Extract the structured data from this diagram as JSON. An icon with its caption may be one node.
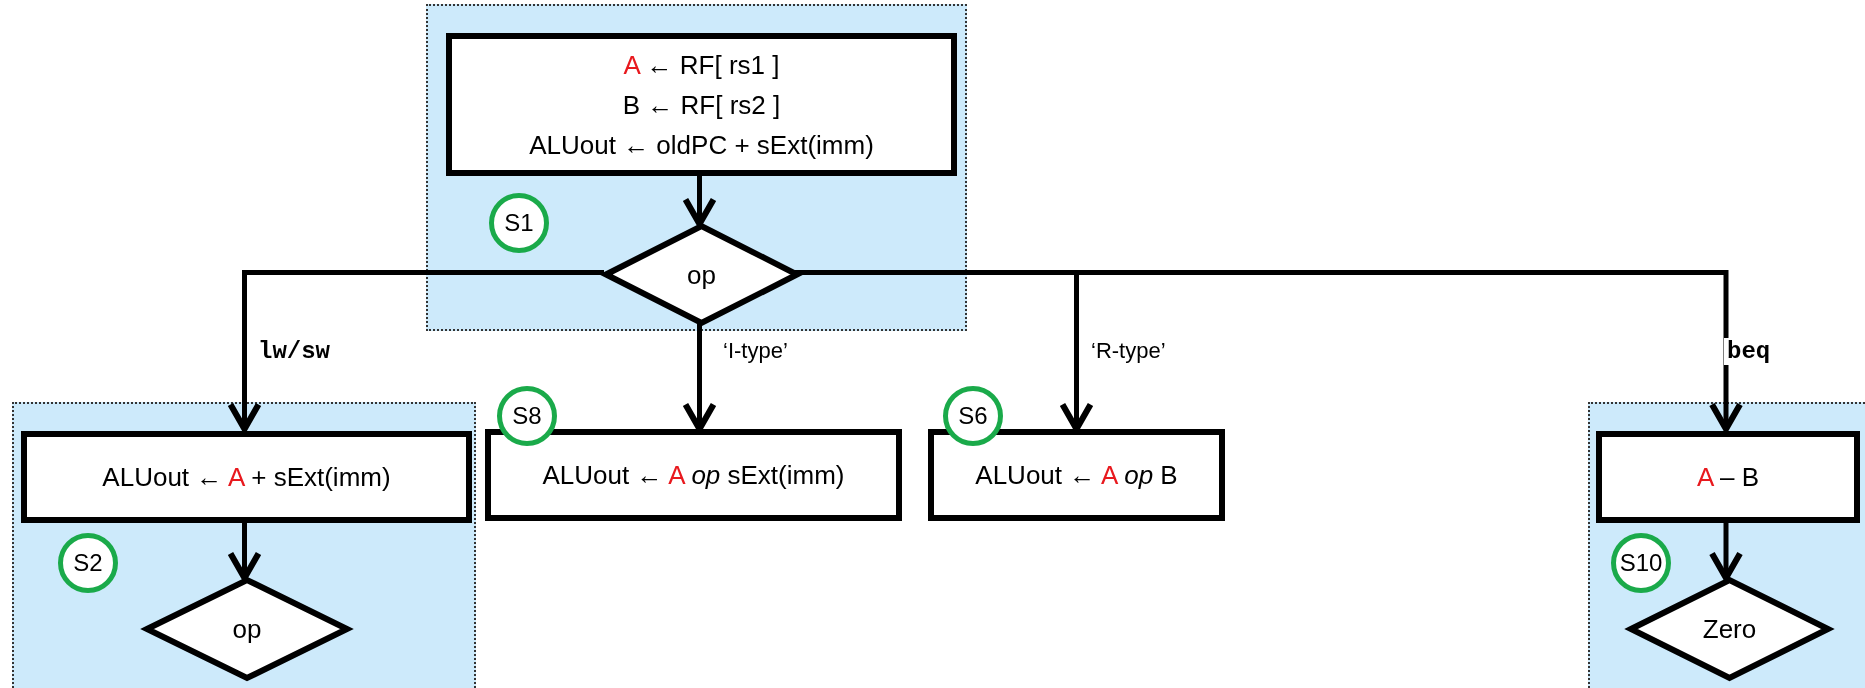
{
  "diagram": {
    "nodes": [
      {
        "text": [],
        "shape": "box"
      },
      {
        "text": [
          "A ← RF[ rs1 ]",
          "B ← RF[ rs2 ]",
          "ALUout ← oldPC + sExt(imm)"
        ],
        "in": 0
      },
      {
        "text": [
          "S1"
        ],
        "in": 0
      },
      {
        "text": [
          "op"
        ],
        "in": 0
      },
      {
        "text": [],
        "shape": "box"
      },
      {
        "text": [
          "ALUout ← A + sExt(imm)"
        ],
        "in": 4
      },
      {
        "text": [
          "S2"
        ],
        "in": 4
      },
      {
        "text": [
          "op"
        ],
        "in": 4
      },
      {
        "text": [
          "S8"
        ]
      },
      {
        "text": [
          "ALUout ← A *op* sExt(imm)"
        ]
      },
      {
        "text": [
          "S6"
        ]
      },
      {
        "text": [
          "ALUout ← A *op* B"
        ]
      },
      {
        "text": [],
        "shape": "box"
      },
      {
        "text": [
          "A – B"
        ],
        "in": 12
      },
      {
        "text": [
          "S10"
        ],
        "in": 12
      },
      {
        "text": [
          "Zero"
        ],
        "in": 12
      }
    ],
    "edges": [
      {
        "from": 1,
        "to": 3,
        "arrow": "to"
      },
      {
        "from": 3,
        "to": 5,
        "arrow": "to",
        "label": "lw/sw"
      },
      {
        "from": 3,
        "to": 9,
        "arrow": "to",
        "label": "‘I-type’"
      },
      {
        "from": 3,
        "to": 11,
        "arrow": "to",
        "label": "‘R-type’"
      },
      {
        "from": 3,
        "to": 13,
        "arrow": "to",
        "label": "beq"
      },
      {
        "from": 5,
        "to": 7,
        "arrow": "to"
      },
      {
        "from": 13,
        "to": 15,
        "arrow": "to"
      }
    ]
  }
}
